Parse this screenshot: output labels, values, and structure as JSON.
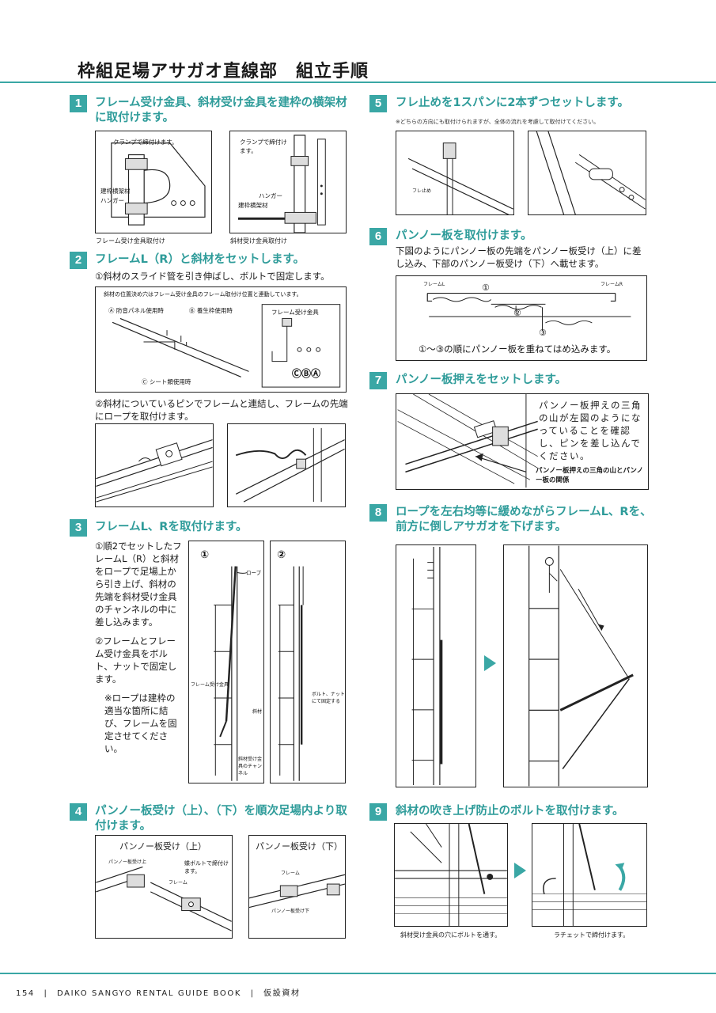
{
  "page": {
    "title": "枠組足場アサガオ直線部　組立手順"
  },
  "footer": {
    "text": "154　|　DAIKO SANGYO RENTAL GUIDE BOOK　|　仮設資材"
  },
  "s1": {
    "num": "1",
    "title": "フレーム受け金具、斜材受け金具を建枠の横架材に取付けます。",
    "fig1": {
      "clamp": "クランプで締付けます。",
      "member": "建枠横架材",
      "hanger": "ハンガー",
      "caption": "フレーム受け金具取付け"
    },
    "fig2": {
      "clamp": "クランプで締付けます。",
      "hanger": "ハンガー",
      "member": "建枠横架材",
      "caption": "斜材受け金具取付け"
    }
  },
  "s2": {
    "num": "2",
    "title": "フレームL（R）と斜材をセットします。",
    "step1": "①斜材のスライド管を引き伸ばし、ボルトで固定します。",
    "fig": {
      "note": "斜材の位置決め穴はフレーム受け金具のフレーム取付け位置と連動しています。",
      "a": "Ⓐ 防音パネル使用時",
      "b": "Ⓑ 養生枠使用時",
      "c": "Ⓒ シート類使用時",
      "bracket": "フレーム受け金具",
      "abc": "ⒸⒷⒶ"
    },
    "step2": "②斜材についているピンでフレームと連結し、フレームの先端にロープを取付けます。"
  },
  "s3": {
    "num": "3",
    "title": "フレームL、Rを取付けます。",
    "p1": "①順2でセットしたフレームL（R）と斜材をロープで足場上から引き上げ、斜材の先端を斜材受け金具のチャンネルの中に差し込みます。",
    "p2": "②フレームとフレーム受け金具をボルト、ナットで固定します。",
    "note": "※ロープは建枠の適当な箇所に結び、フレームを固定させてください。",
    "fig1": {
      "num": "①",
      "rope": "ロープ",
      "bracket": "フレーム受け金具",
      "brace": "斜材",
      "channel": "斜材受け金具のチャンネル"
    },
    "fig2": {
      "num": "②",
      "bolt": "ボルト、ナットにて固定する"
    }
  },
  "s4": {
    "num": "4",
    "title": "パンノー板受け（上）、（下）を順次足場内より取付けます。",
    "fig1": {
      "title": "パンノー板受け（上）",
      "part": "パンノー板受け上",
      "frame": "フレーム",
      "bolt": "蝶ボルトで締付けます。"
    },
    "fig2": {
      "title": "パンノー板受け（下）",
      "frame": "フレーム",
      "part": "パンノー板受け下"
    }
  },
  "s5": {
    "num": "5",
    "title": "フレ止めを1スパンに2本ずつセットします。",
    "note": "※どちらの方向にも取付けられますが、全体の流れを考慮して取付けてください。",
    "fig": {
      "label": "フレ止め"
    }
  },
  "s6": {
    "num": "6",
    "title": "パンノー板を取付けます。",
    "body": "下図のようにパンノー板の先端をパンノー板受け（上）に差し込み、下部のパンノー板受け（下）へ載せます。",
    "fig": {
      "left": "フレームL",
      "right": "フレームR",
      "n1": "①",
      "n2": "②",
      "n3": "③",
      "caption": "①～③の順にパンノー板を重ねてはめ込みます。"
    }
  },
  "s7": {
    "num": "7",
    "title": "パンノー板押えをセットします。",
    "text": "パンノー板押えの三角の山が左図のようになっていることを確認し、ピンを差し込んでください。",
    "label": "パンノー板押えの三角の山とパンノー板の関係"
  },
  "s8": {
    "num": "8",
    "title": "ロープを左右均等に緩めながらフレームL、Rを、前方に倒しアサガオを下げます。"
  },
  "s9": {
    "num": "9",
    "title": "斜材の吹き上げ防止のボルトを取付けます。",
    "cap1": "斜材受け金具の穴にボルトを通す。",
    "cap2": "ラチェットで締付けます。"
  },
  "colors": {
    "accent": "#3aa7a5",
    "heading": "#2f9c9a"
  }
}
